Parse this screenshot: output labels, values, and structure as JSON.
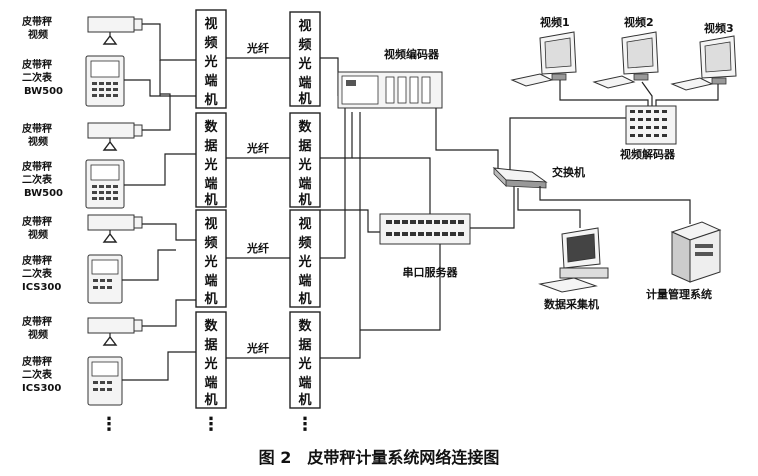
{
  "left_devices": [
    {
      "id": "cam1",
      "label": [
        "皮带秤",
        "视频"
      ]
    },
    {
      "id": "meter1",
      "label": [
        "皮带秤",
        "二次表",
        "BW500"
      ]
    },
    {
      "id": "cam2",
      "label": [
        "皮带秤",
        "视频"
      ]
    },
    {
      "id": "meter2",
      "label": [
        "皮带秤",
        "二次表",
        "BW500"
      ]
    },
    {
      "id": "cam3",
      "label": [
        "皮带秤",
        "视频"
      ]
    },
    {
      "id": "meter3",
      "label": [
        "皮带秤",
        "二次表",
        "ICS300"
      ]
    },
    {
      "id": "cam4",
      "label": [
        "皮带秤",
        "视频"
      ]
    },
    {
      "id": "meter4",
      "label": [
        "皮带秤",
        "二次表",
        "ICS300"
      ]
    }
  ],
  "transceivers": [
    {
      "left": "视频光端机",
      "right": "视频光端机",
      "link": "光纤"
    },
    {
      "left": "数据光端机",
      "right": "数据光端机",
      "link": "光纤"
    },
    {
      "left": "视频光端机",
      "right": "视频光端机",
      "link": "光纤"
    },
    {
      "left": "数据光端机",
      "right": "数据光端机",
      "link": "光纤"
    }
  ],
  "continuation": "⋮",
  "video_encoder": "视频编码器",
  "monitors": [
    "视频1",
    "视频2",
    "视频3"
  ],
  "video_decoder": "视频解码器",
  "switch": "交换机",
  "serial_server": "串口服务器",
  "data_pc": "数据采集机",
  "mgmt": "计量管理系统",
  "caption": "图 2　皮带秤计量系统网络连接图"
}
